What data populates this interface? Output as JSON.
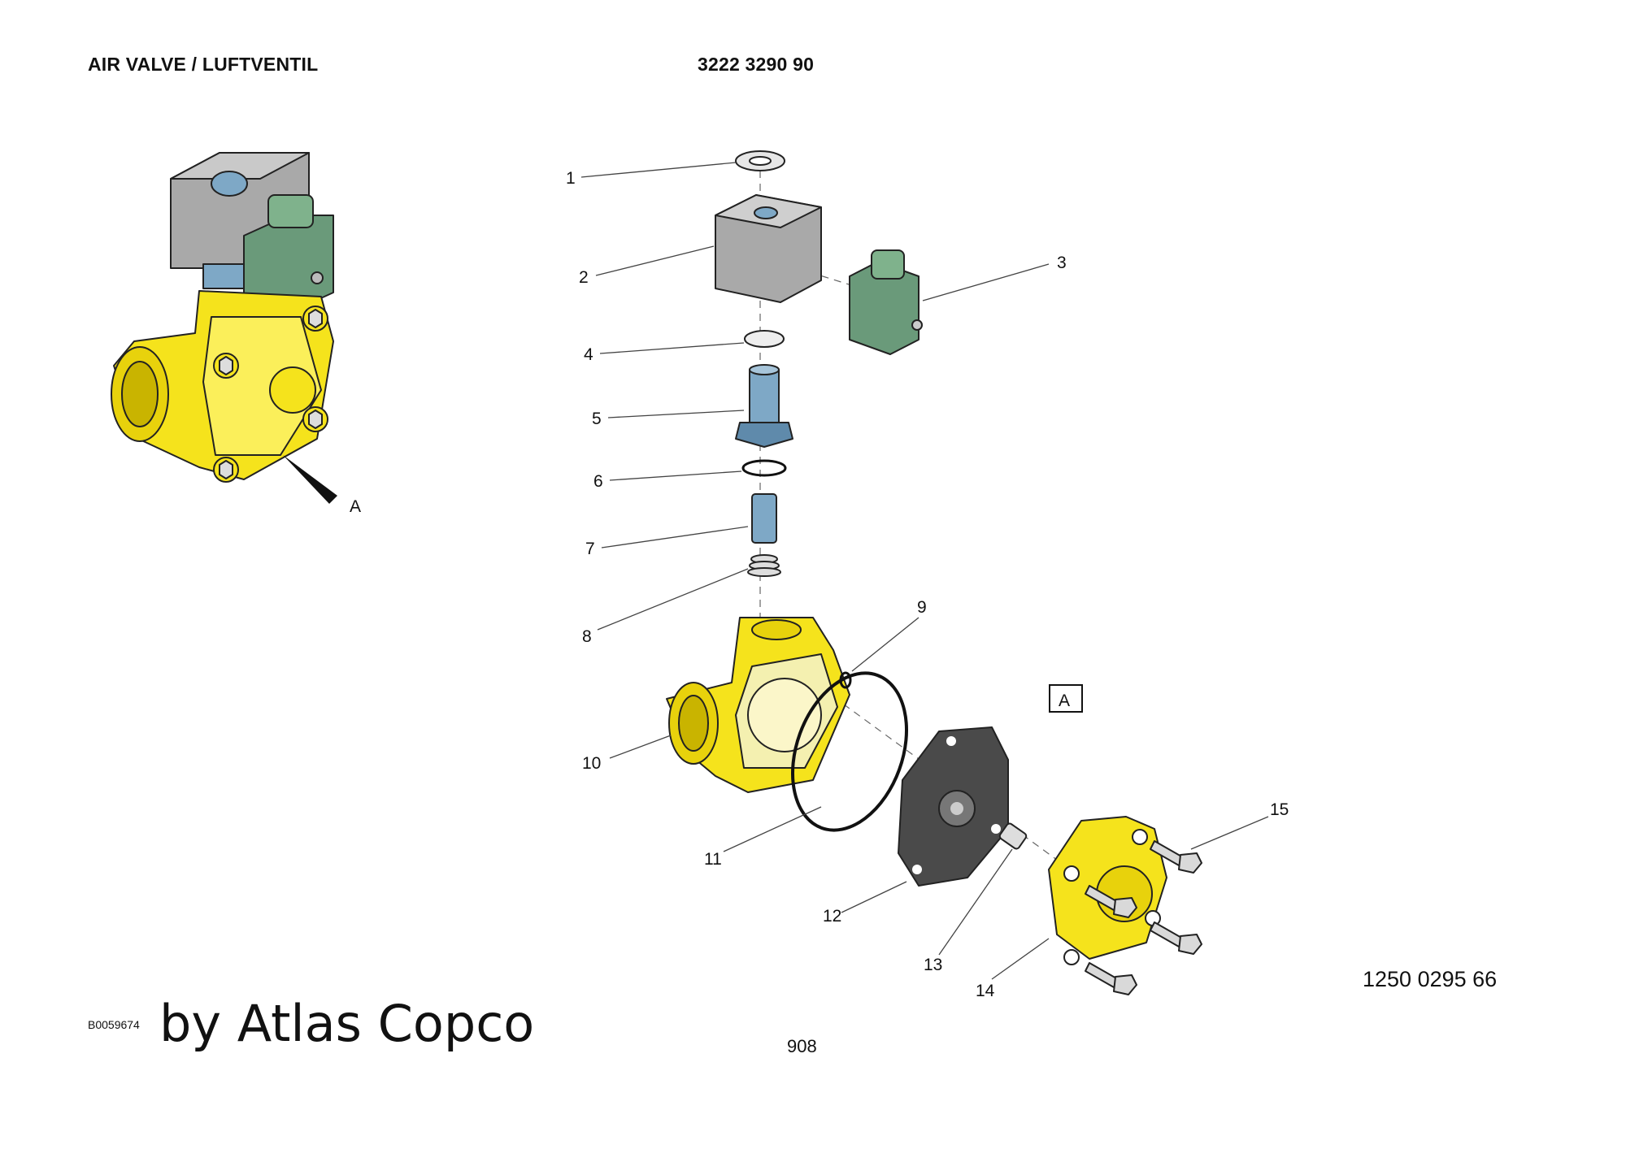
{
  "header": {
    "title": "AIR VALVE / LUFTVENTIL",
    "part_number": "3222 3290 90"
  },
  "callouts": [
    "1",
    "2",
    "3",
    "4",
    "5",
    "6",
    "7",
    "8",
    "9",
    "10",
    "11",
    "12",
    "13",
    "14",
    "15"
  ],
  "view_marker": "A",
  "view_label": "A",
  "reference_code": "1250 0295 66",
  "image_id": "B0059674",
  "brand": "by Atlas Copco",
  "page_number": "908",
  "colors": {
    "body_yellow": "#f5e31c",
    "coil_grey": "#a9a9a9",
    "connector_green": "#6a9a7a",
    "tube_blue": "#7ea8c6",
    "diaphragm_dark": "#4a4a4a"
  }
}
